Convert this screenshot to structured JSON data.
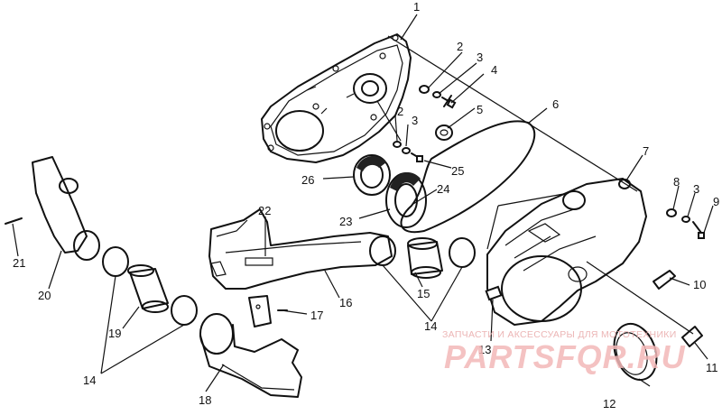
{
  "callouts": {
    "c1": "1",
    "c2a": "2",
    "c3a": "3",
    "c4": "4",
    "c5": "5",
    "c6": "6",
    "c2b": "2",
    "c3b": "3",
    "c25": "25",
    "c26": "26",
    "c24": "24",
    "c23": "23",
    "c7": "7",
    "c8": "8",
    "c3c": "3",
    "c9": "9",
    "c22": "22",
    "c21": "21",
    "c20": "20",
    "c16": "16",
    "c15": "15",
    "c14a": "14",
    "c14b": "14",
    "c17": "17",
    "c19": "19",
    "c10": "10",
    "c13": "13",
    "c11": "11",
    "c12": "12",
    "c18": "18"
  },
  "watermark": {
    "caption": "ЗАПЧАСТИ И АКСЕССУАРЫ ДЛЯ МОТОТЕХНИКИ",
    "logo": "PARTSFQR.RU"
  },
  "colors": {
    "line": "#111111",
    "watermark": "#f3b8b8"
  }
}
